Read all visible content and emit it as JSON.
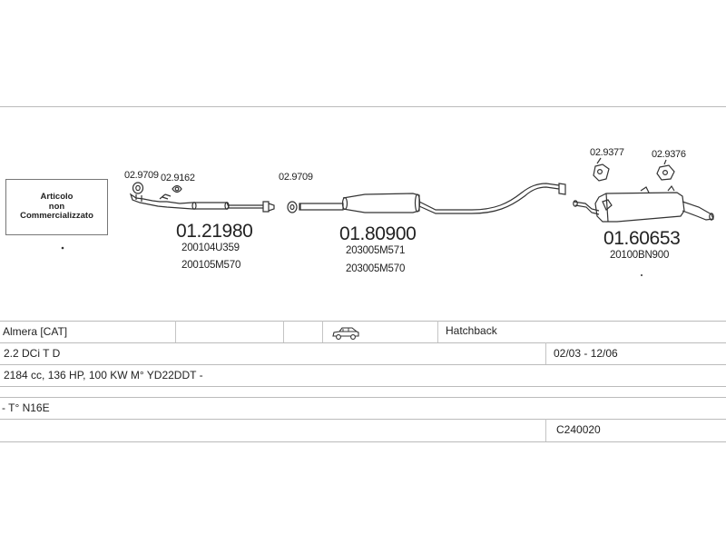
{
  "not_for_sale": [
    "Articolo",
    "non",
    "Commercializzato"
  ],
  "parts": {
    "gasket_1": "02.9709",
    "clamp_1": "02.9162",
    "front_pipe": {
      "code": "01.21980",
      "refs": [
        "200104U359",
        "200105M570"
      ]
    },
    "gasket_2": "02.9709",
    "middle_silencer": {
      "code": "01.80900",
      "refs": [
        "203005M571",
        "203005M570"
      ]
    },
    "rubber_1": "02.9377",
    "rubber_2": "02.9376",
    "rear_silencer": {
      "code": "01.60653",
      "refs": [
        "20100BN900"
      ]
    }
  },
  "table": {
    "model": "Almera  [CAT]",
    "body_type": "Hatchback",
    "engine": "2.2 DCi T D",
    "years": "02/03 - 12/06",
    "specs": "2184 cc, 136 HP, 100 KW M° YD22DDT -",
    "chassis": "- T° N16E",
    "catalog_code": "C240020"
  },
  "colors": {
    "line": "#333333",
    "border": "#bbbbbb"
  },
  "icons": {
    "vehicle": "car-icon"
  }
}
